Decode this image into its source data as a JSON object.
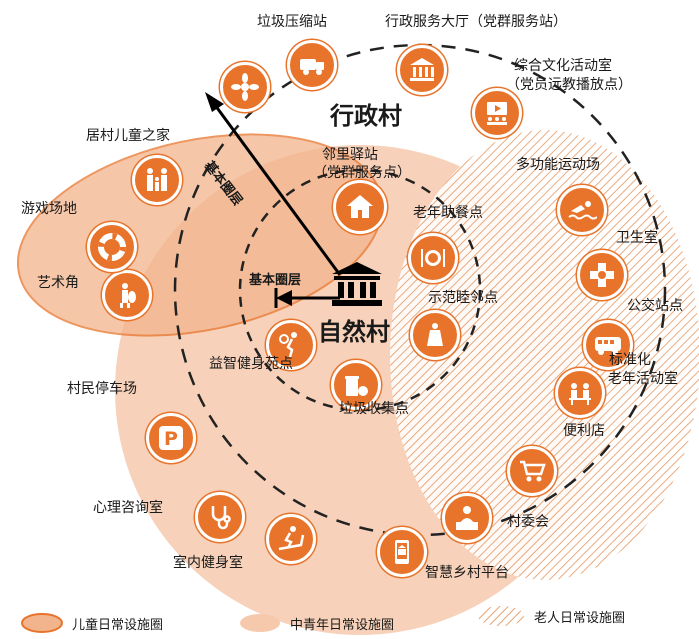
{
  "titles": {
    "admin_village": "行政村",
    "natural_village": "自然村"
  },
  "ring_labels": {
    "outer": "基本圈层",
    "inner": "基本圈层"
  },
  "facilities": {
    "garbage_compress": "垃圾压缩站",
    "admin_hall": "行政服务大厅（党群服务站）",
    "culture_room_1": "综合文化活动室",
    "culture_room_2": "（党员远教播放点）",
    "sports_ground": "多功能运动场",
    "health_room": "卫生室",
    "bus_stop": "公交站点",
    "elderly_center_1": "标准化",
    "elderly_center_2": "老年活动室",
    "store": "便利店",
    "village_committee": "村委会",
    "smart_platform": "智慧乡村平台",
    "indoor_gym": "室内健身室",
    "counseling": "心理咨询室",
    "parking": "村民停车场",
    "art_corner": "艺术角",
    "playground": "游戏场地",
    "children_home": "居村儿童之家",
    "neighbor_station_1": "邻里驿站",
    "neighbor_station_2": "（党群服务点）",
    "elder_meal": "老年助餐点",
    "neighbor_demo": "示范睦邻点",
    "fitness_point": "益智健身苑点",
    "garbage_collect": "垃圾收集点"
  },
  "legend": {
    "children": "儿童日常设施圈",
    "youth": "中青年日常设施圈",
    "elderly": "老人日常设施圈"
  },
  "colors": {
    "accent": "#e8742c",
    "children_fill": "#f2b48c",
    "youth_fill": "#f6c9ad",
    "hatch": "#e8a373"
  }
}
